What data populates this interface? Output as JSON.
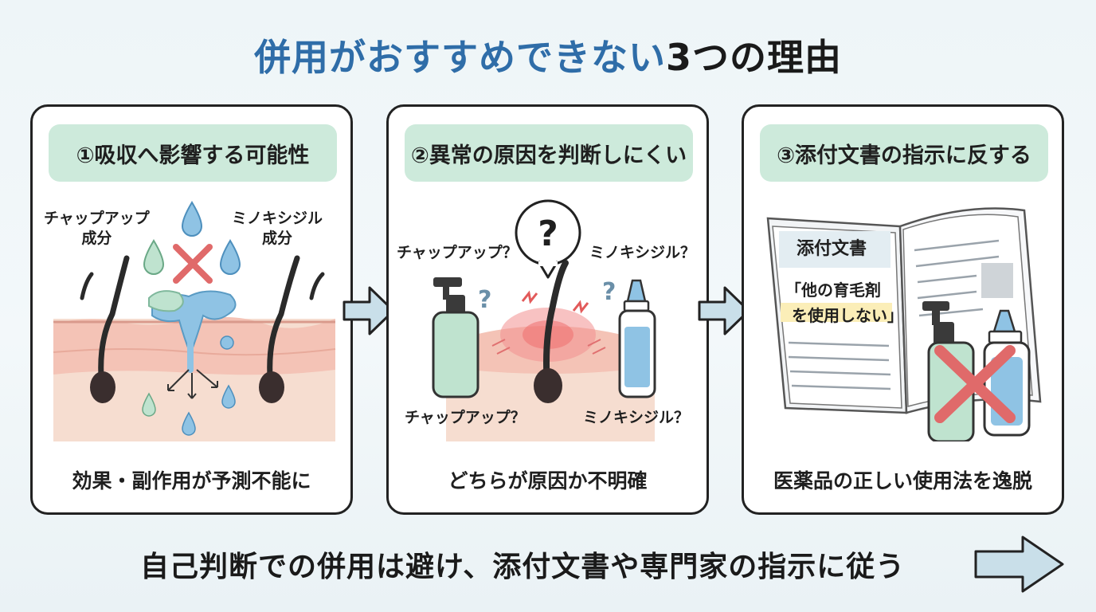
{
  "title": {
    "highlight": "併用がおすすめできない",
    "rest": "3つの理由"
  },
  "panels": [
    {
      "header": "①吸収へ影響する可能性",
      "labels": {
        "left": "チャップアップ\n成分",
        "right": "ミノキシジル\n成分"
      },
      "caption": "効果・副作用が予測不能に"
    },
    {
      "header": "②異常の原因を判断しにくい",
      "labels": {
        "top_left": "チャップアップ？",
        "top_right": "ミノキシジル？",
        "bottom_left": "チャップアップ？",
        "bottom_right": "ミノキシジル？",
        "bubble": "?"
      },
      "caption": "どちらが原因か不明確"
    },
    {
      "header": "③添付文書の指示に反する",
      "document": {
        "title": "添付文書",
        "quote_line1": "「他の育毛剤",
        "quote_line2": "を使用しない」"
      },
      "caption": "医薬品の正しい使用法を逸脱"
    }
  ],
  "footer": "自己判断での併用は避け、添付文書や専門家の指示に従う",
  "colors": {
    "title_blue": "#2f6da8",
    "header_green": "#cdeadb",
    "arrow_fill": "#c9dfe9",
    "water_blue": "#8fc3e4",
    "cross_red": "#e06a6a",
    "skin": "#f6cfc2"
  }
}
